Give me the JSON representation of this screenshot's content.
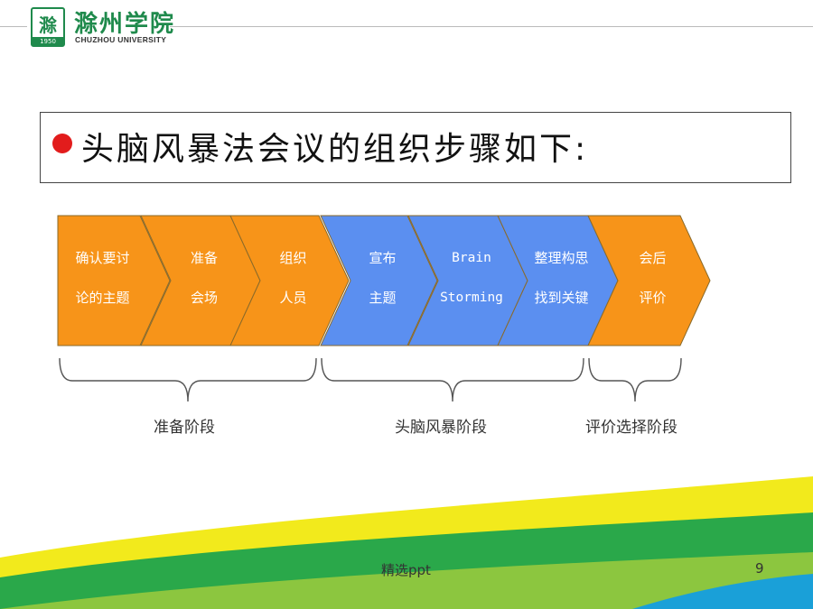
{
  "header": {
    "logo_mark": "滁",
    "logo_year": "1950",
    "logo_name_cn": "滁州学院",
    "logo_name_en": "CHUZHOU UNIVERSITY"
  },
  "title": "头脑风暴法会议的组织步骤如下:",
  "steps": [
    {
      "line1": "确认要讨",
      "line2": "论的主题",
      "color": "#f79419"
    },
    {
      "line1": "准备",
      "line2": "会场",
      "color": "#f79419"
    },
    {
      "line1": "组织",
      "line2": "人员",
      "color": "#f79419"
    },
    {
      "line1": "宣布",
      "line2": "主题",
      "color": "#5b8ff0"
    },
    {
      "line1": "Brain",
      "line2": "Storming",
      "color": "#5b8ff0"
    },
    {
      "line1": "整理构思",
      "line2": "找到关键",
      "color": "#5b8ff0"
    },
    {
      "line1": "会后",
      "line2": "评价",
      "color": "#f79419"
    }
  ],
  "phases": [
    {
      "label": "准备阶段"
    },
    {
      "label": "头脑风暴阶段"
    },
    {
      "label": "评价选择阶段"
    }
  ],
  "footer": {
    "text": "精选ppt",
    "page": "9"
  },
  "colors": {
    "orange": "#f79419",
    "blue": "#5b8ff0",
    "green_band": "#2aa84a",
    "yellow_band": "#f2ea1c",
    "bullet": "#e21c1c"
  }
}
